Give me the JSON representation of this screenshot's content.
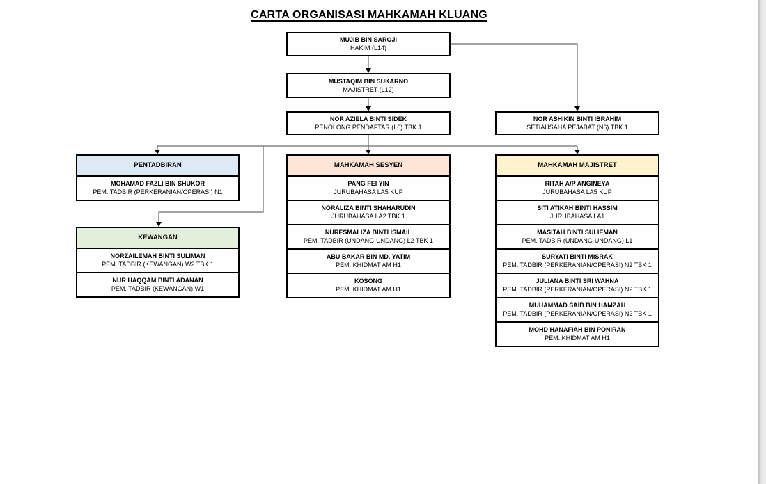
{
  "title": "CARTA ORGANISASI MAHKAMAH KLUANG",
  "colors": {
    "pentadbiran_header": "#dde9f5",
    "kewangan_header": "#e2efda",
    "sesyen_header": "#fce4d6",
    "majistret_header": "#fff2cc",
    "line": "#4a4a4a"
  },
  "chart": {
    "judge": {
      "name": "MUJIB BIN SAROJI",
      "role": "HAKIM (L14)"
    },
    "magistrate": {
      "name": "MUSTAQIM BIN SUKARNO",
      "role": "MAJISTRET (L12)"
    },
    "assistant_registrar": {
      "name": "NOR AZIELA BINTI SIDEK",
      "role": "PENOLONG PENDAFTAR (L6) TBK 1"
    },
    "office_secretary": {
      "name": "NOR ASHIKIN BINTI IBRAHIM",
      "role": "SETIAUSAHA PEJABAT (N6) TBK 1"
    }
  },
  "sections": {
    "pentadbiran": {
      "title": "PENTADBIRAN",
      "members": [
        {
          "name": "MOHAMAD FAZLI BIN SHUKOR",
          "role": "PEM. TADBIR (PERKERANIAN/OPERASI) N1"
        }
      ]
    },
    "kewangan": {
      "title": "KEWANGAN",
      "members": [
        {
          "name": "NORZAILEMAH BINTI SULIMAN",
          "role": "PEM. TADBIR (KEWANGAN) W2 TBK 1"
        },
        {
          "name": "NUR HAQQAM BINTI ADANAN",
          "role": "PEM. TADBIR (KEWANGAN) W1"
        }
      ]
    },
    "sesyen": {
      "title": "MAHKAMAH SESYEN",
      "members": [
        {
          "name": "PANG FEI YIN",
          "role": "JURUBAHASA LA5 KUP"
        },
        {
          "name": "NORALIZA BINTI SHAHARUDIN",
          "role": "JURUBAHASA LA2 TBK 1"
        },
        {
          "name": "NURESMALIZA BINTI ISMAIL",
          "role": "PEM. TADBIR (UNDANG-UNDANG) L2 TBK 1"
        },
        {
          "name": "ABU BAKAR BIN MD. YATIM",
          "role": "PEM. KHIDMAT AM H1"
        },
        {
          "name": "KOSONG",
          "role": "PEM. KHIDMAT AM H1"
        }
      ]
    },
    "majistret": {
      "title": "MAHKAMAH MAJISTRET",
      "members": [
        {
          "name": "RITAH A/P ANGINEYA",
          "role": "JURUBAHASA LA5 KUP"
        },
        {
          "name": "SITI ATIKAH BINTI HASSIM",
          "role": "JURUBAHASA LA1"
        },
        {
          "name": "MASITAH BINTI SULIEMAN",
          "role": "PEM. TADBIR (UNDANG-UNDANG) L1"
        },
        {
          "name": "SURYATI BINTI MISRAK",
          "role": "PEM. TADBIR (PERKERANIAN/OPERASI) N2 TBK 1"
        },
        {
          "name": "JULIANA BINTI SRI WAHNA",
          "role": "PEM. TADBIR (PERKERANIAN/OPERASI) N2 TBK 1"
        },
        {
          "name": "MUHAMMAD SAIB BIN HAMZAH",
          "role": "PEM. TADBIR (PERKERANIAN/OPERASI) N2 TBK 1"
        },
        {
          "name": "MOHD HANAFIAH BIN PONIRAN",
          "role": "PEM. KHIDMAT AM H1"
        }
      ]
    }
  }
}
